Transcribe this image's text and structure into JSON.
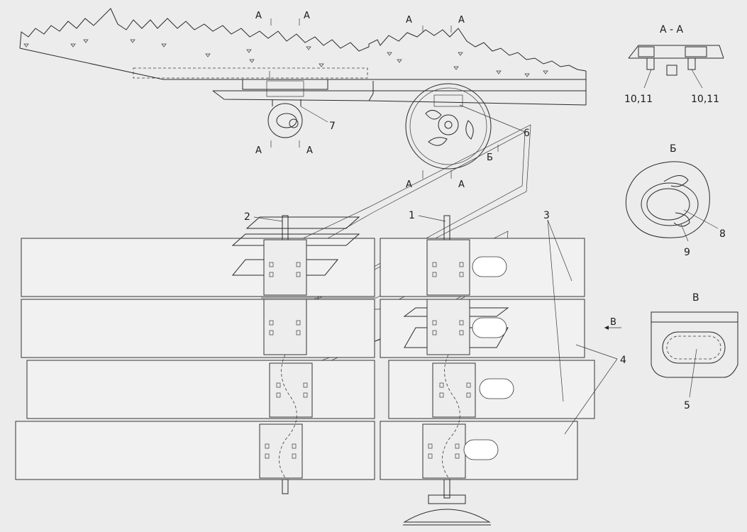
{
  "labels": {
    "item_1": "1",
    "item_2": "2",
    "item_3": "3",
    "item_4": "4",
    "item_5": "5",
    "item_6": "6",
    "item_7": "7",
    "item_8": "8",
    "item_9": "9",
    "item_10_11_left": "10,11",
    "item_10_11_right": "10,11"
  },
  "section_marks": {
    "a": "А",
    "b": "Б",
    "v": "В"
  },
  "views": {
    "section_aa": "А - А",
    "view_b": "Б",
    "view_v": "В"
  }
}
